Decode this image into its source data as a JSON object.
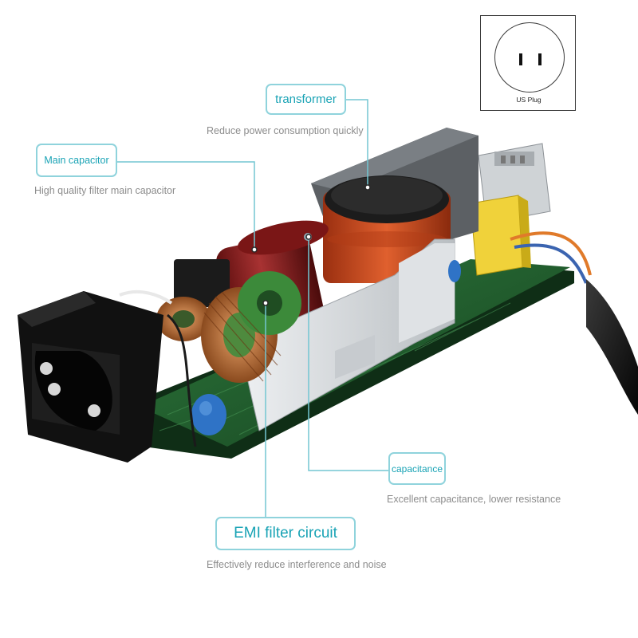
{
  "colors": {
    "accent": "#19a3b5",
    "callout_border": "#8fd3dc",
    "leader_line": "#73c6d2",
    "description_text": "#8c8c8c",
    "pcb": "#1f5a2c",
    "capacitor": "#8a1f1f",
    "transformer": "#c8471f",
    "heatsink": "#d9dde0",
    "inlet": "#151515"
  },
  "icons": {
    "plug_icon": "us-plug-outlet-icon"
  },
  "plug": {
    "label": "US Plug"
  },
  "callouts": {
    "transformer": {
      "label": "transformer",
      "description": "Reduce power consumption quickly"
    },
    "main_capacitor": {
      "label": "Main capacitor",
      "description": "High quality filter main capacitor"
    },
    "capacitance": {
      "label": "capacitance",
      "description": "Excellent capacitance, lower resistance"
    },
    "emi_filter": {
      "label": "EMI filter circuit",
      "description": "Effectively reduce interference and noise"
    }
  }
}
